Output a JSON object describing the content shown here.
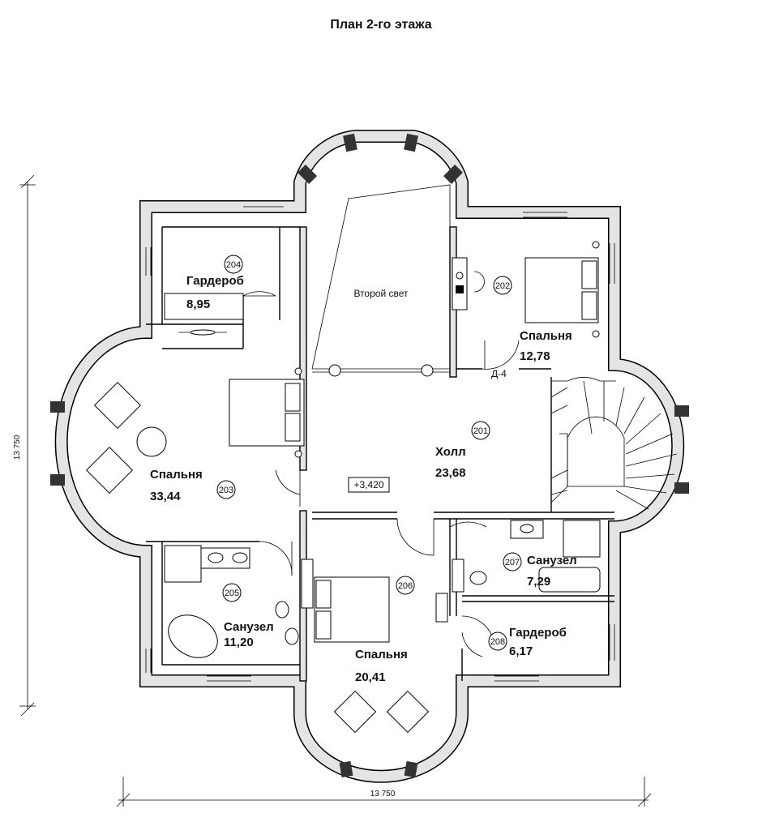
{
  "title": "План 2-го этажа",
  "dimensions": {
    "width": "13 750",
    "height": "13 750"
  },
  "level_mark": "+3,420",
  "door_tag": "Д-4",
  "second_light": "Второй свет",
  "rooms": [
    {
      "number": "201",
      "name": "Холл",
      "area": "23,68"
    },
    {
      "number": "202",
      "name": "Спальня",
      "area": "12,78"
    },
    {
      "number": "203",
      "name": "Спальня",
      "area": "33,44"
    },
    {
      "number": "204",
      "name": "Гардероб",
      "area": "8,95"
    },
    {
      "number": "205",
      "name": "Санузел",
      "area": "11,20"
    },
    {
      "number": "206",
      "name": "Спальня",
      "area": "20,41"
    },
    {
      "number": "207",
      "name": "Санузел",
      "area": "7,29"
    },
    {
      "number": "208",
      "name": "Гардероб",
      "area": "6,17"
    }
  ]
}
